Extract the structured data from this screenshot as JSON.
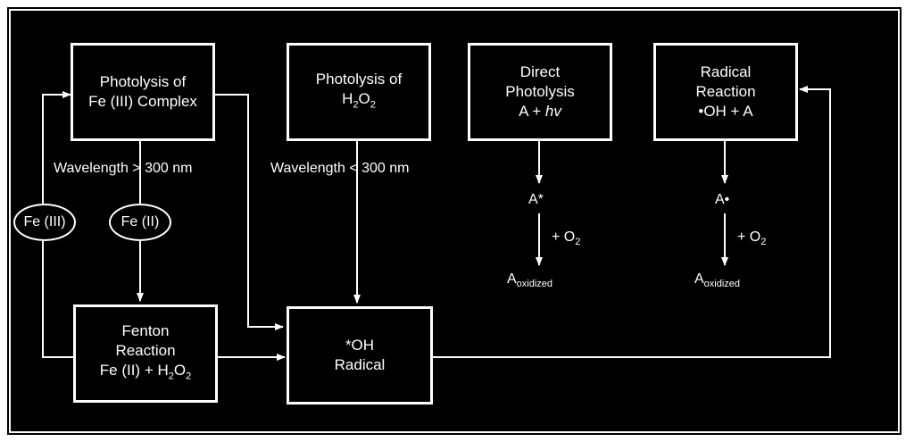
{
  "diagram": {
    "colors": {
      "background": "#000000",
      "foreground": "#ffffff"
    },
    "nodes": {
      "photolysis_fe3": {
        "line1": "Photolysis of",
        "line2": "Fe (III) Complex"
      },
      "photolysis_h2o2": {
        "line1": "Photolysis of",
        "line2_main": "H",
        "line2_sub1": "2",
        "line2_mid": "O",
        "line2_sub2": "2"
      },
      "direct_photolysis": {
        "line1": "Direct",
        "line2": "Photolysis",
        "line3_prefix": "A + ",
        "line3_italic": "hv"
      },
      "radical_reaction": {
        "line1": "Radical",
        "line2": "Reaction",
        "line3": "•OH + A"
      },
      "fenton": {
        "line1": "Fenton",
        "line2": "Reaction",
        "line3_prefix": "Fe (II) + H",
        "line3_sub1": "2",
        "line3_mid": "O",
        "line3_sub2": "2"
      },
      "oh_radical": {
        "line1": "*OH",
        "line2": "Radical"
      }
    },
    "ovals": {
      "fe3": "Fe (III)",
      "fe2": "Fe (II)"
    },
    "labels": {
      "wavelength_gt": "Wavelength > 300 nm",
      "wavelength_lt": "Wavelength < 300 nm",
      "a_star_1": "A*",
      "plus_o2_1_prefix": "+ O",
      "plus_o2_1_sub": "2",
      "a_oxidized_1_main": "A",
      "a_oxidized_1_sub": "oxidized",
      "a_star_2": "A•",
      "plus_o2_2_prefix": "+ O",
      "plus_o2_2_sub": "2",
      "a_oxidized_2_main": "A",
      "a_oxidized_2_sub": "oxidized"
    }
  }
}
